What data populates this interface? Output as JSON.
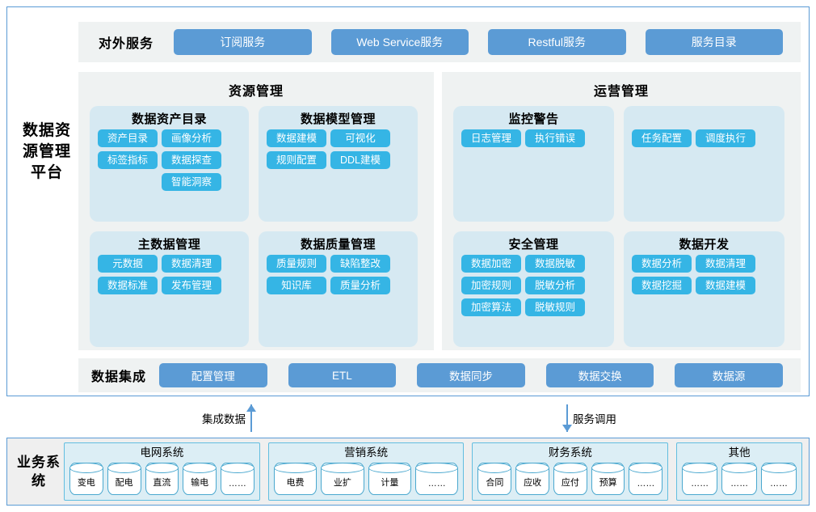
{
  "platform": {
    "label": "数据资源管理平台",
    "external_services": {
      "title": "对外服务",
      "buttons": [
        "订阅服务",
        "Web Service服务",
        "Restful服务",
        "服务目录"
      ]
    },
    "sections": [
      {
        "title": "资源管理",
        "panels": [
          {
            "title": "数据资产目录",
            "chips": [
              "资产目录",
              "画像分析",
              "标签指标",
              "数据探查",
              "",
              "智能洞察"
            ]
          },
          {
            "title": "数据模型管理",
            "chips": [
              "数据建模",
              "可视化",
              "规则配置",
              "DDL建模"
            ]
          },
          {
            "title": "主数据管理",
            "chips": [
              "元数据",
              "数据清理",
              "数据标准",
              "发布管理"
            ]
          },
          {
            "title": "数据质量管理",
            "chips": [
              "质量规则",
              "缺陷整改",
              "知识库",
              "质量分析"
            ]
          }
        ]
      },
      {
        "title": "运营管理",
        "panels": [
          {
            "title": "监控警告",
            "chips": [
              "日志管理",
              "执行错误"
            ]
          },
          {
            "title": "",
            "chips": [
              "任务配置",
              "调度执行"
            ]
          },
          {
            "title": "安全管理",
            "chips": [
              "数据加密",
              "数据脱敏",
              "加密规则",
              "脱敏分析",
              "加密算法",
              "脱敏规则"
            ]
          },
          {
            "title": "数据开发",
            "chips": [
              "数据分析",
              "数据清理",
              "数据挖掘",
              "数据建模"
            ]
          }
        ]
      }
    ],
    "data_integration": {
      "title": "数据集成",
      "buttons": [
        "配置管理",
        "ETL",
        "数据同步",
        "数据交换",
        "数据源"
      ]
    }
  },
  "connectors": {
    "left": {
      "label": "集成数据",
      "direction": "up"
    },
    "right": {
      "label": "服务调用",
      "direction": "down"
    }
  },
  "business_systems": {
    "label": "业务系统",
    "groups": [
      {
        "title": "电网系统",
        "items": [
          "变电",
          "配电",
          "直流",
          "输电",
          "……"
        ]
      },
      {
        "title": "营销系统",
        "items": [
          "电费",
          "业扩",
          "计量",
          "……"
        ]
      },
      {
        "title": "财务系统",
        "items": [
          "合同",
          "应收",
          "应付",
          "预算",
          "……"
        ]
      },
      {
        "title": "其他",
        "items": [
          "……",
          "……",
          "……"
        ]
      }
    ]
  },
  "colors": {
    "accent_blue": "#5B9BD5",
    "chip_blue": "#35B5E5",
    "panel_bg": "#D6E9F2",
    "section_bg": "#EFF2F2",
    "biz_bg": "#EFEFEF",
    "cyl_border": "#4AA8CF"
  }
}
